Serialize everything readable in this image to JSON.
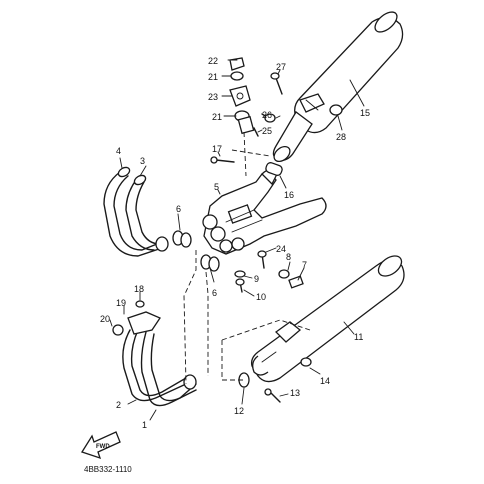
{
  "diagram": {
    "drawing_code": "4BB332-1110",
    "direction_arrow": "FWD",
    "callouts": [
      {
        "id": "c1",
        "label": "1"
      },
      {
        "id": "c2",
        "label": "2"
      },
      {
        "id": "c3",
        "label": "3"
      },
      {
        "id": "c4",
        "label": "4"
      },
      {
        "id": "c5",
        "label": "5"
      },
      {
        "id": "c6a",
        "label": "6"
      },
      {
        "id": "c6b",
        "label": "6"
      },
      {
        "id": "c7",
        "label": "7"
      },
      {
        "id": "c8",
        "label": "8"
      },
      {
        "id": "c9",
        "label": "9"
      },
      {
        "id": "c10",
        "label": "10"
      },
      {
        "id": "c11",
        "label": "11"
      },
      {
        "id": "c12",
        "label": "12"
      },
      {
        "id": "c13",
        "label": "13"
      },
      {
        "id": "c14",
        "label": "14"
      },
      {
        "id": "c15",
        "label": "15"
      },
      {
        "id": "c16",
        "label": "16"
      },
      {
        "id": "c17",
        "label": "17"
      },
      {
        "id": "c18",
        "label": "18"
      },
      {
        "id": "c19",
        "label": "19"
      },
      {
        "id": "c20",
        "label": "20"
      },
      {
        "id": "c21a",
        "label": "21"
      },
      {
        "id": "c21b",
        "label": "21"
      },
      {
        "id": "c22",
        "label": "22"
      },
      {
        "id": "c23",
        "label": "23"
      },
      {
        "id": "c24",
        "label": "24"
      },
      {
        "id": "c25",
        "label": "25"
      },
      {
        "id": "c26",
        "label": "26"
      },
      {
        "id": "c27",
        "label": "27"
      },
      {
        "id": "c28",
        "label": "28"
      }
    ]
  }
}
